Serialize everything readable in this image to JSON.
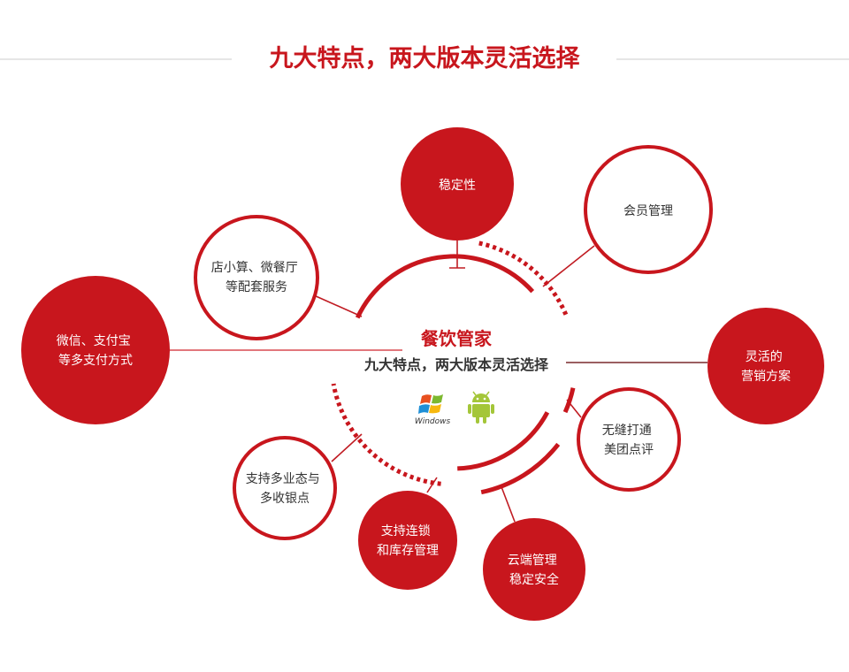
{
  "header": {
    "title": "九大特点，两大版本灵活选择"
  },
  "center": {
    "title": "餐饮管家",
    "subtitle": "九大特点，两大版本灵活选择",
    "windows_label": "Windows",
    "icons": [
      "windows-logo",
      "android-logo"
    ]
  },
  "features": [
    {
      "lines": [
        "稳定性"
      ]
    },
    {
      "lines": [
        "会员管理"
      ]
    },
    {
      "lines": [
        "店小算、微餐厅",
        "等配套服务"
      ]
    },
    {
      "lines": [
        "微信、支付宝",
        "等多支付方式"
      ]
    },
    {
      "lines": [
        "灵活的",
        "营销方案"
      ]
    },
    {
      "lines": [
        "无缝打通",
        "美团点评"
      ]
    },
    {
      "lines": [
        "支持多业态与",
        "多收银点"
      ]
    },
    {
      "lines": [
        "支持连锁",
        "和库存管理"
      ]
    },
    {
      "lines": [
        "云端管理",
        "稳定安全"
      ]
    }
  ],
  "colors": {
    "brand_red": "#c8161d",
    "text_dark": "#333333",
    "rule_gray": "#cccccc",
    "android_green": "#a4c639",
    "windows_red": "#e8501f",
    "windows_green": "#7cb82f",
    "windows_blue": "#1e8fd6",
    "windows_yellow": "#f7b80e"
  }
}
